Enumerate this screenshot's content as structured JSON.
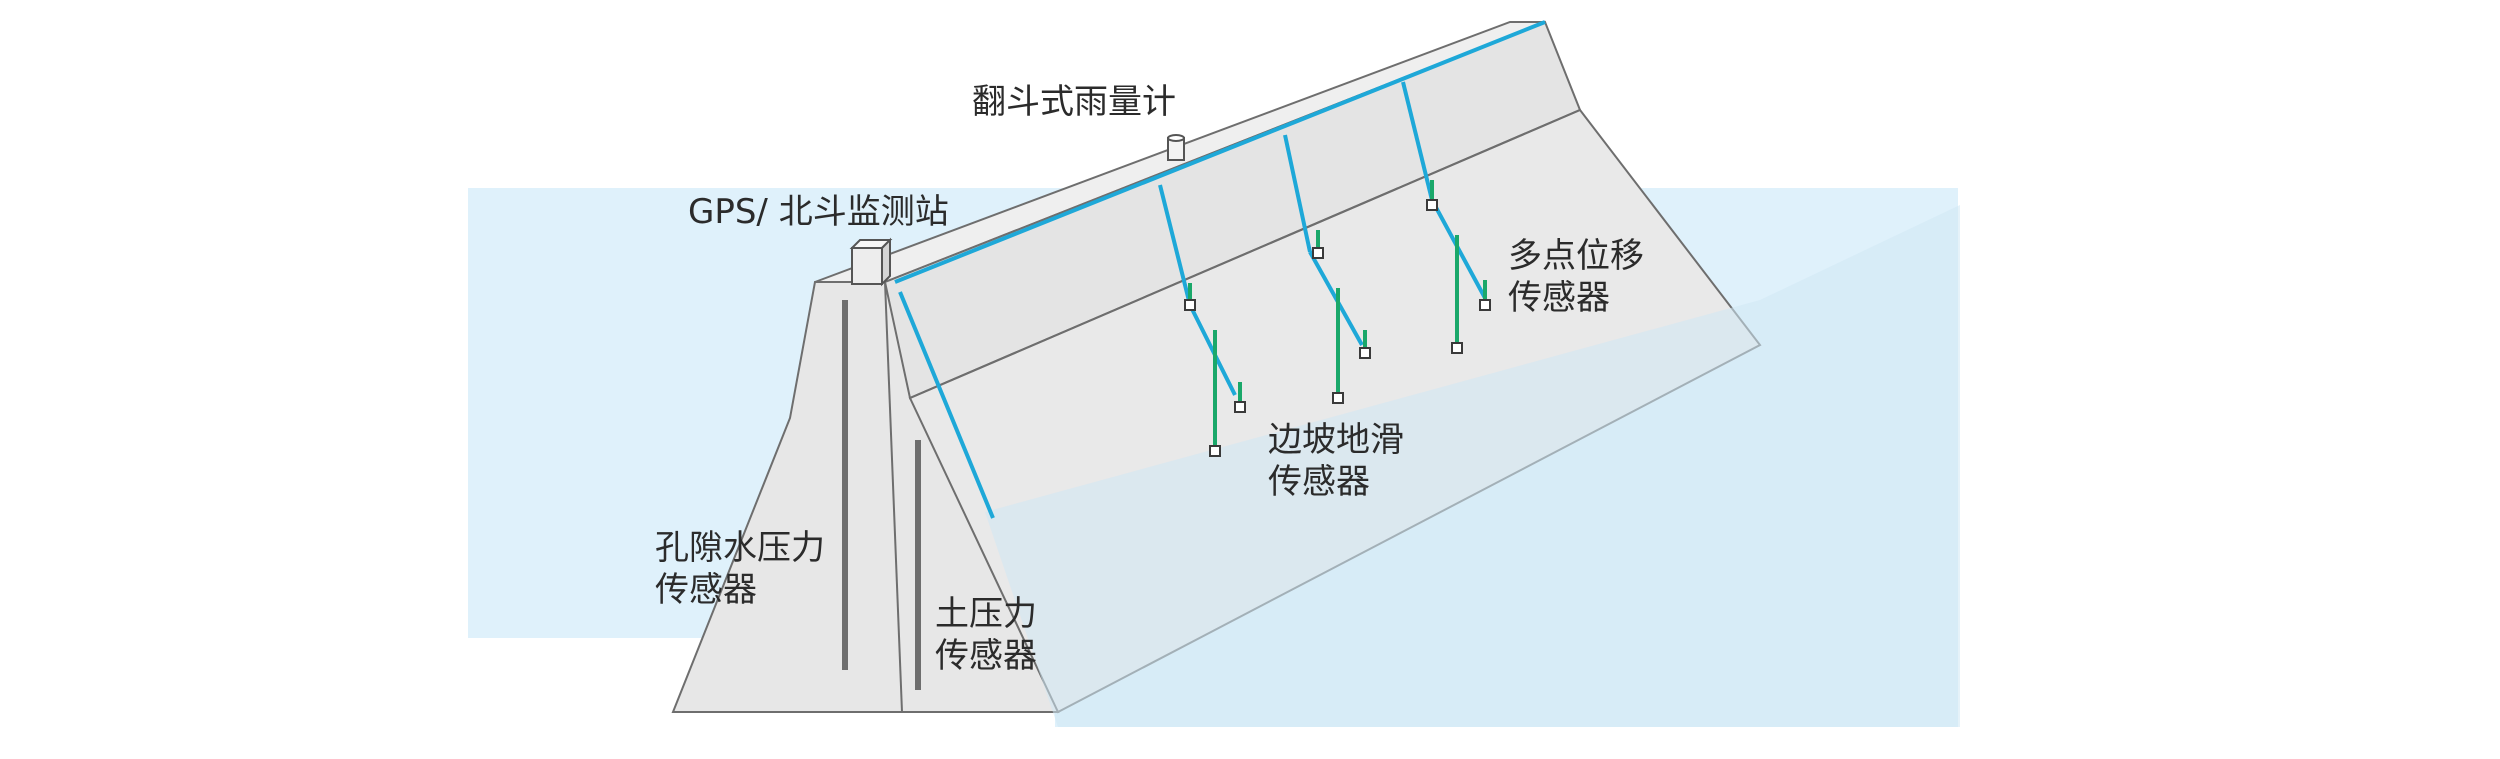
{
  "labels": {
    "rain_gauge": "翻斗式雨量计",
    "gps_station": "GPS/ 北斗监测站",
    "multipoint_line1": "多点位移",
    "multipoint_line2": "传感器",
    "landslide_line1": "边坡地滑",
    "landslide_line2": "传感器",
    "pore_line1": "孔隙水压力",
    "pore_line2": "传感器",
    "earth_line1": "土压力",
    "earth_line2": "传感器"
  },
  "colors": {
    "water": "#dff1fb",
    "dam_top": "#ececec",
    "dam_face": "#e6e6e6",
    "dam_outline": "#6e6e6e",
    "cable": "#1ea8d8",
    "sensor_probe": "#1aa86a",
    "text": "#2b2b2b"
  },
  "icons": [
    "rain-gauge-icon",
    "gps-station-icon"
  ]
}
